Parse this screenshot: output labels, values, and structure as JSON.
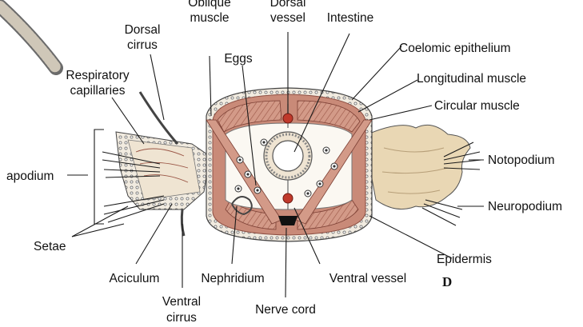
{
  "figure": {
    "panel_letter": "D",
    "labels": {
      "oblique_muscle": [
        "Oblique",
        "muscle"
      ],
      "dorsal_vessel": [
        "Dorsal",
        "vessel"
      ],
      "intestine": "Intestine",
      "dorsal_cirrus": [
        "Dorsal",
        "cirrus"
      ],
      "coelomic_epithelium": "Coelomic epithelium",
      "longitudinal_muscle": "Longitudinal muscle",
      "circular_muscle": "Circular muscle",
      "eggs": "Eggs",
      "respiratory_capillaries": [
        "Respiratory",
        "capillaries"
      ],
      "parapodium": "apodium",
      "notopodium": "Notopodium",
      "neuropodium": "Neuropodium",
      "setae": "Setae",
      "epidermis": "Epidermis",
      "aciculum": "Aciculum",
      "nephridium": "Nephridium",
      "ventral_vessel": "Ventral vessel",
      "ventral_cirrus": [
        "Ventral",
        "cirrus"
      ],
      "nerve_cord": "Nerve cord"
    },
    "colors": {
      "muscle": "#c98a78",
      "muscle_dark": "#8e4f43",
      "body_wall_beige": "#eadfcc",
      "parapodium_tan": "#e8d6b5",
      "vessel_red": "#c0392b",
      "nerve_black": "#111111"
    }
  }
}
